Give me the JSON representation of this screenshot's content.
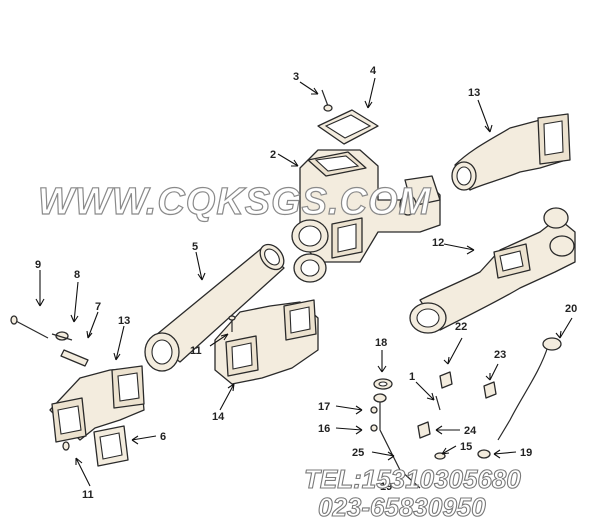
{
  "labels": {
    "l1": "1",
    "l2": "2",
    "l3": "3",
    "l4": "4",
    "l5": "5",
    "l6": "6",
    "l7": "7",
    "l8": "8",
    "l9": "9",
    "l11a": "11",
    "l11b": "11",
    "l12": "12",
    "l13a": "13",
    "l13b": "13",
    "l14": "14",
    "l15": "15",
    "l16": "16",
    "l17": "17",
    "l18": "18",
    "l19a": "19",
    "l19b": "19",
    "l20": "20",
    "l22": "22",
    "l23": "23",
    "l24": "24",
    "l25": "25"
  },
  "watermark": {
    "site": "WWW.CQKSGS.COM",
    "tel": "TEL:15310305680",
    "phone": "023-65830950"
  }
}
